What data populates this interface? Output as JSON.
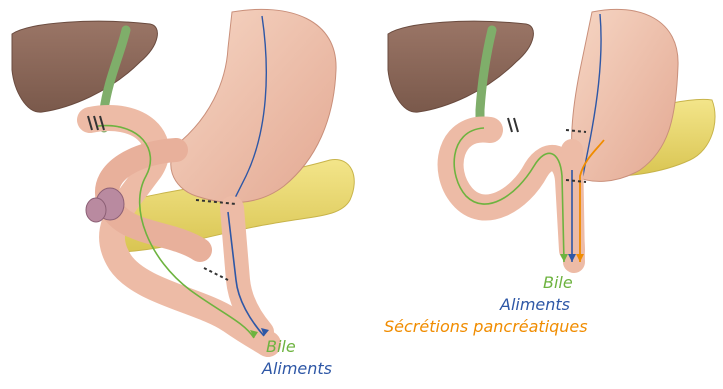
{
  "left_panel": {
    "labels": {
      "bile": "Bile",
      "aliments": "Aliments"
    }
  },
  "right_panel": {
    "labels": {
      "bile": "Bile",
      "aliments": "Aliments",
      "secretions": "Sécrétions pancréatiques"
    }
  },
  "colors": {
    "bile": "#6db33f",
    "aliments": "#2e57a6",
    "secretions": "#f08c00",
    "liver": "#8f6a5a",
    "stomach": "#f2c9b4",
    "pancreas": "#ecdc72",
    "bile_duct": "#7fae6a"
  }
}
